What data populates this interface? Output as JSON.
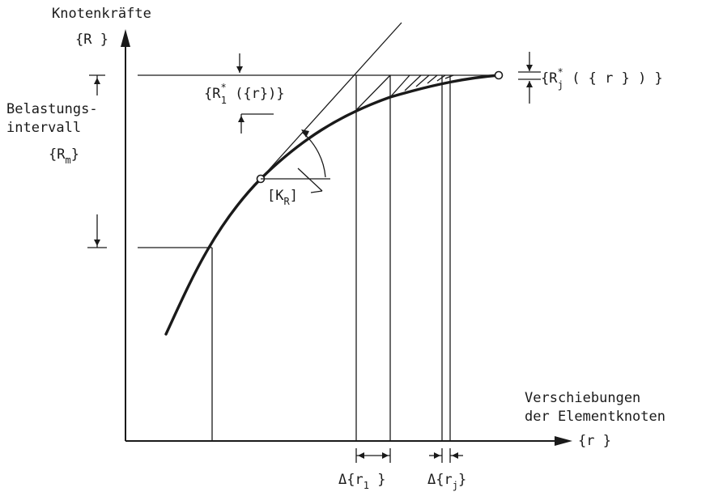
{
  "y_axis": {
    "title": "Knotenkräfte",
    "symbol": "{R }"
  },
  "x_axis": {
    "title_line1": "Verschiebungen",
    "title_line2": "der Elementknoten",
    "symbol": "{r }"
  },
  "load_interval": {
    "line1": "Belastungs-",
    "line2": "intervall",
    "symbol_open": "{R",
    "symbol_sub": "m",
    "symbol_close": "}"
  },
  "first_residual": {
    "open": "{R",
    "star": "*",
    "sub": "1",
    "close": " ({r})}"
  },
  "jth_residual": {
    "open": "{R",
    "star": "*",
    "sub": "j",
    "close": " ( { r } ) }"
  },
  "stiffness": {
    "open": "[K",
    "sub": "R",
    "close": "]"
  },
  "delta_first": {
    "open": "Δ{r",
    "sub": "1",
    "close": " }"
  },
  "delta_jth": {
    "open": "Δ{r",
    "sub": "j",
    "close": "}"
  }
}
